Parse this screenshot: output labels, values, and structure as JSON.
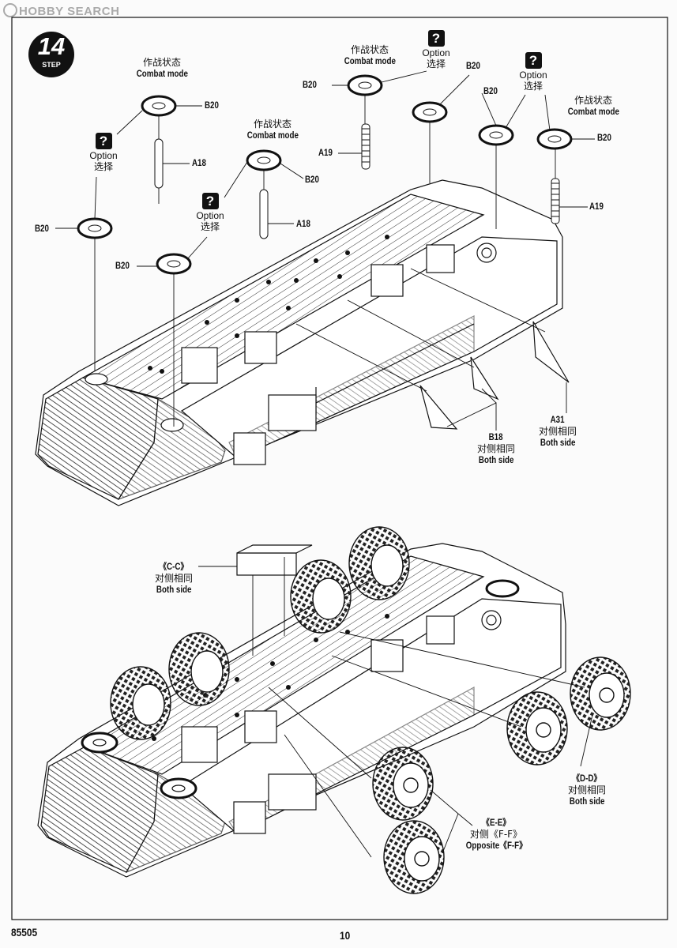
{
  "brand_watermark": "HOBBY SEARCH",
  "step": {
    "number": "14",
    "word": "STEP"
  },
  "labels": {
    "combat_cn": "作战状态",
    "combat_en": "Combat mode",
    "option_en": "Option",
    "option_cn": "选择",
    "both_cn": "对侧相同",
    "both_en": "Both side",
    "opposite_cn": "对侧《F-F》",
    "opposite_en": "Opposite《F-F》",
    "question_mark": "?"
  },
  "parts": {
    "b20": "B20",
    "a18": "A18",
    "a19": "A19",
    "a31": "A31",
    "b18": "B18",
    "cc": "《C-C》",
    "dd": "《D-D》",
    "ee": "《E-E》"
  },
  "footer": {
    "kit_number": "85505",
    "page_number": "10"
  }
}
